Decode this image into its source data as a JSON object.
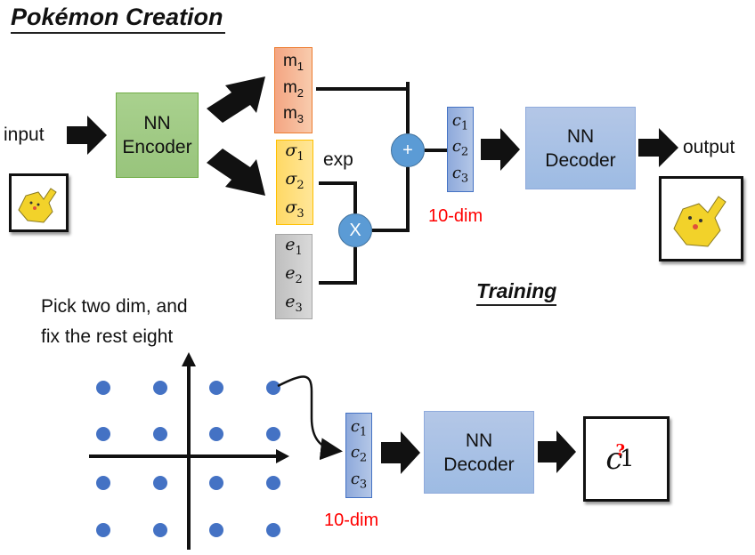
{
  "title": "Pokémon Creation",
  "subtitle": "Training",
  "training": {
    "input_label": "input",
    "output_label": "output",
    "encoder": {
      "line1": "NN",
      "line2": "Encoder"
    },
    "decoder": {
      "line1": "NN",
      "line2": "Decoder"
    },
    "m_vector": [
      "m",
      "m",
      "m"
    ],
    "sigma_vector": [
      "σ",
      "σ",
      "σ"
    ],
    "e_vector": [
      "e",
      "e",
      "e"
    ],
    "c_vector": [
      "c",
      "c",
      "c"
    ],
    "subscripts": [
      "1",
      "2",
      "3"
    ],
    "exp_label": "exp",
    "plus_op": "+",
    "times_op": "X",
    "dim_label": "10-dim",
    "input_image": "pikachu-image",
    "output_image": "pikachu-image"
  },
  "generation": {
    "caption_line1": "Pick two dim, and",
    "caption_line2": "fix the rest eight",
    "grid": {
      "rows": 4,
      "cols": 4,
      "dot_color": "#4472c4"
    },
    "c_vector": [
      "c",
      "c",
      "c"
    ],
    "subscripts": [
      "1",
      "2",
      "3"
    ],
    "dim_label": "10-dim",
    "decoder": {
      "line1": "NN",
      "line2": "Decoder"
    },
    "output_symbol": "c",
    "output_subscript": "1",
    "output_question": "?"
  }
}
